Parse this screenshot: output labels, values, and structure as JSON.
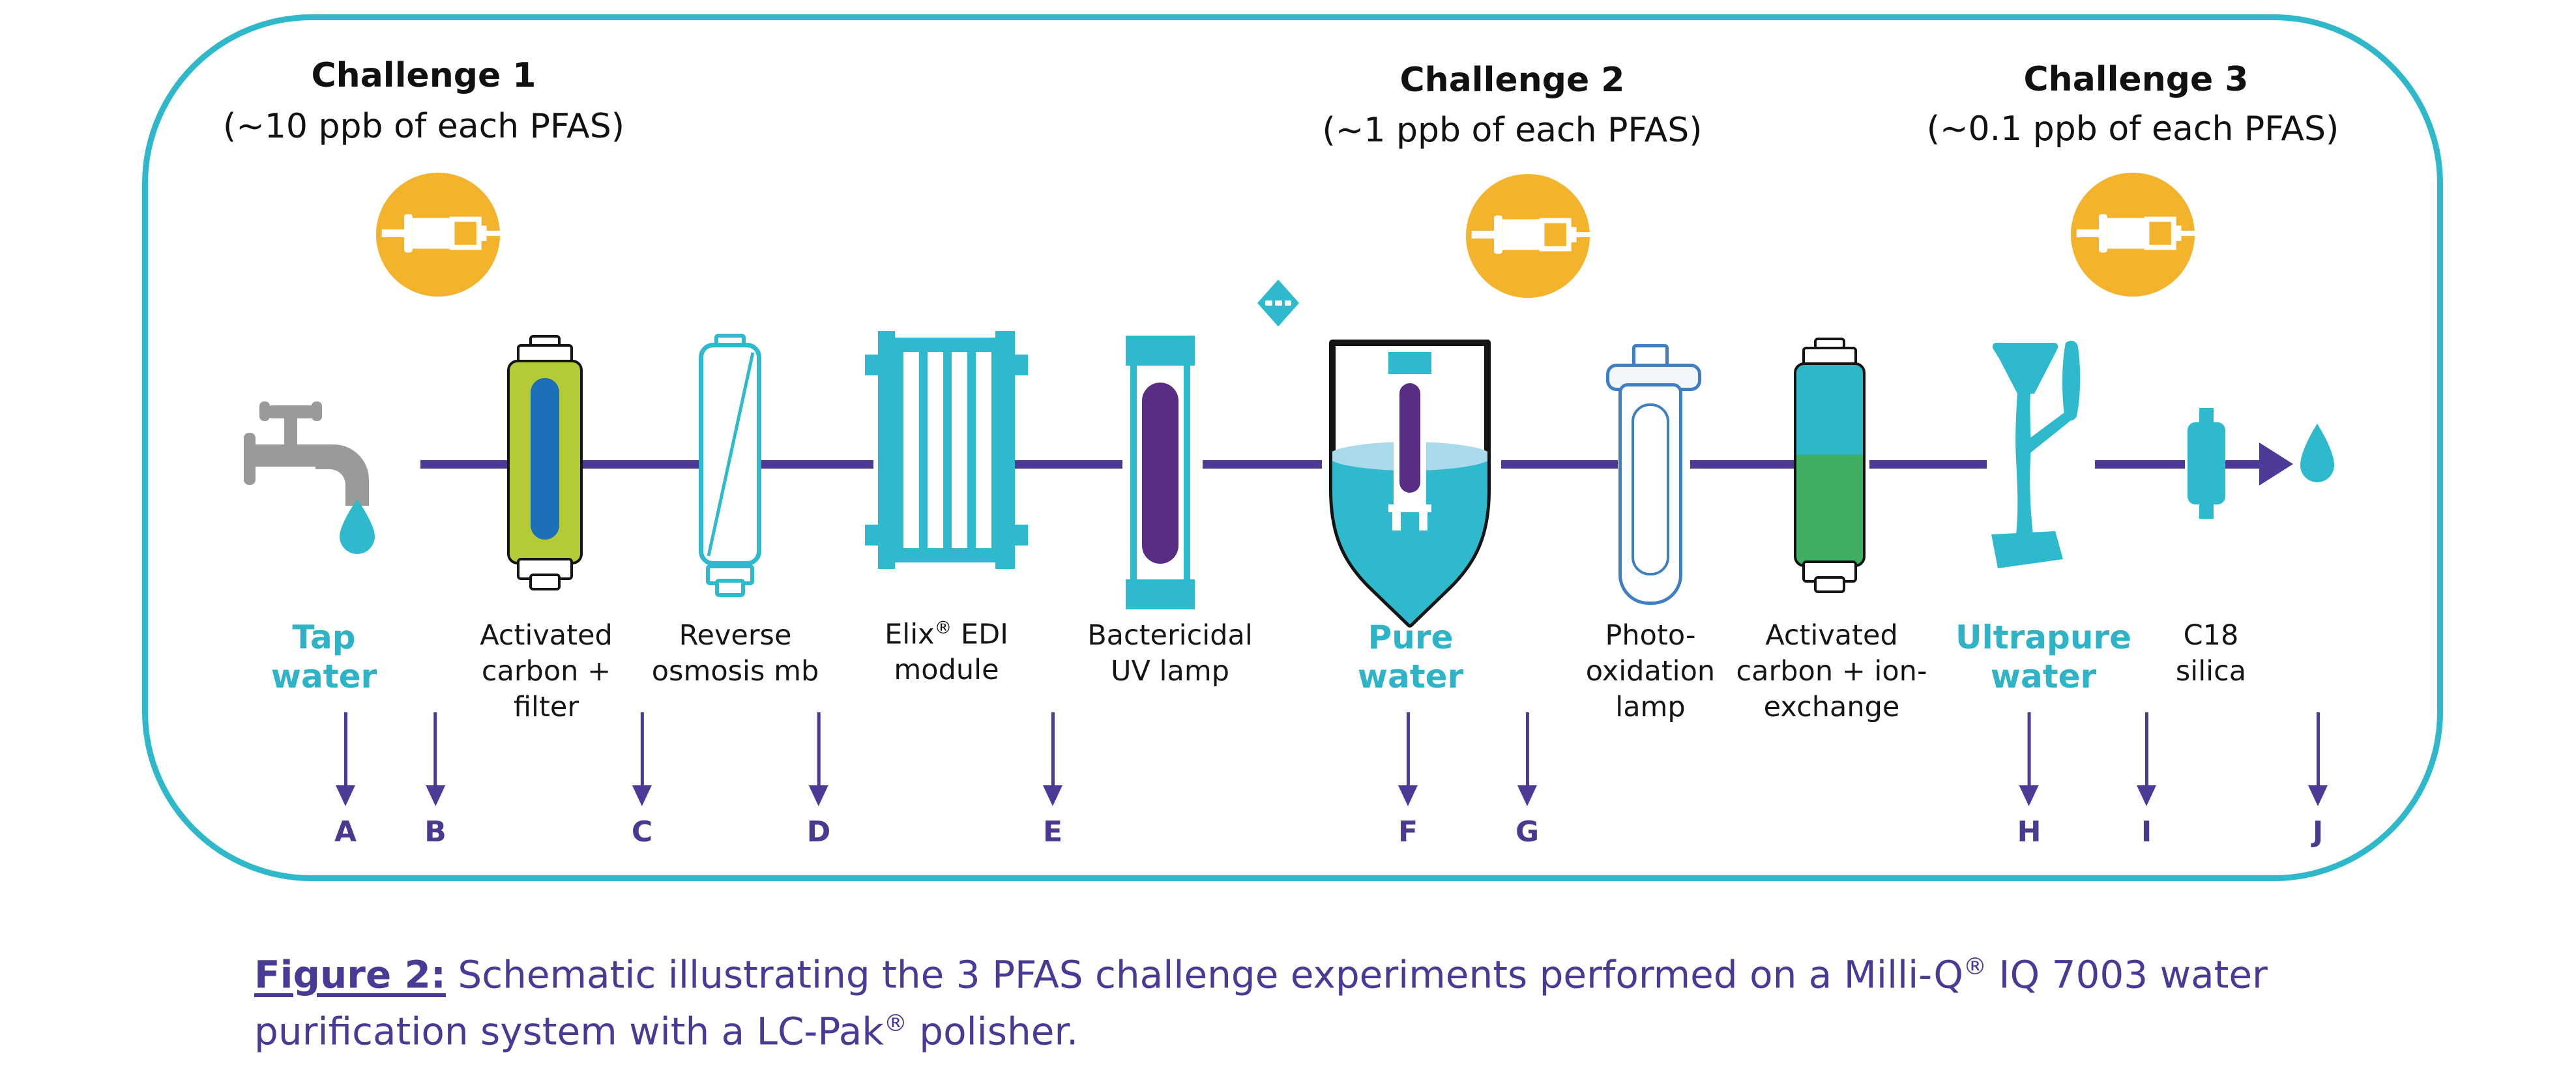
{
  "figure": {
    "challenges": [
      {
        "title": "Challenge 1",
        "subtitle": "(~10 ppb of each PFAS)"
      },
      {
        "title": "Challenge 2",
        "subtitle": "(~1 ppb of each PFAS)"
      },
      {
        "title": "Challenge 3",
        "subtitle": "(~0.1 ppb of each PFAS)"
      }
    ],
    "stages": [
      {
        "name": "tap-water",
        "lines": [
          "Tap",
          "water"
        ],
        "emphasis": true
      },
      {
        "name": "activated-carbon-filter",
        "lines": [
          "Activated",
          "carbon +",
          "filter"
        ]
      },
      {
        "name": "reverse-osmosis",
        "lines": [
          "Reverse",
          "osmosis mb"
        ]
      },
      {
        "name": "edi-module",
        "line1_pre": "Elix",
        "line1_sup": "®",
        "line1_post": " EDI",
        "line2": "module"
      },
      {
        "name": "bactericidal-uv-lamp",
        "lines": [
          "Bactericidal",
          "UV lamp"
        ]
      },
      {
        "name": "pure-water",
        "lines": [
          "Pure",
          "water"
        ],
        "emphasis": true
      },
      {
        "name": "photo-oxidation-lamp",
        "lines": [
          "Photo-",
          "oxidation",
          "lamp"
        ]
      },
      {
        "name": "activated-carbon-ion-exchange",
        "lines": [
          "Activated",
          "carbon + ion-",
          "exchange"
        ]
      },
      {
        "name": "ultrapure-water",
        "lines": [
          "Ultrapure",
          "water"
        ],
        "emphasis": true
      },
      {
        "name": "c18-silica",
        "lines": [
          "C18",
          "silica"
        ]
      }
    ],
    "sample_points": [
      "A",
      "B",
      "C",
      "D",
      "E",
      "F",
      "G",
      "H",
      "I",
      "J"
    ],
    "caption": {
      "label": "Figure 2:",
      "part1": " Schematic illustrating the 3 PFAS challenge experiments performed on a Milli-Q",
      "sup1": "®",
      "part2": " IQ 7003 water",
      "line2_part1": "purification system with a LC-Pak",
      "line2_sup": "®",
      "line2_part2": " polisher."
    },
    "colors": {
      "frame_teal": "#2fb8c9",
      "icon_teal": "#2fb9cc",
      "label_teal": "#2fb3c6",
      "flow_purple": "#4d3a96",
      "uv_rod_purple": "#5a2d84",
      "caption_purple": "#4a3a96",
      "badge_yellow": "#f3b32c",
      "faucet_gray": "#9a9a9a",
      "carbon_green": "#b4cb36",
      "carbon_stripe_blue": "#1d70b7",
      "ion_exchange_green": "#3fae62",
      "photo_lamp_blue": "#3f7fc1",
      "water_surface_blue": "#a9daec"
    }
  }
}
